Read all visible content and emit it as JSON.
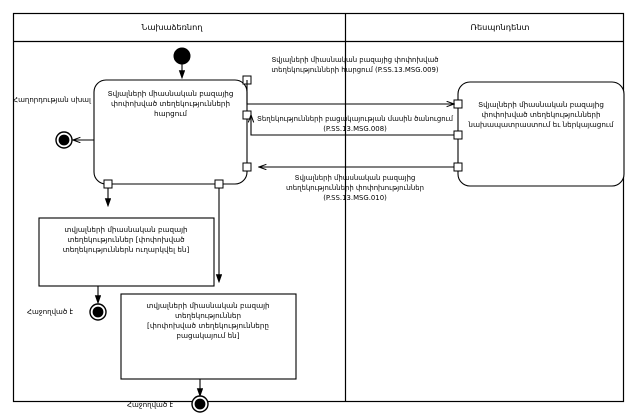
{
  "diagram": {
    "type": "uml-activity-diagram-with-swimlanes",
    "lanes": [
      {
        "id": "initiator",
        "title": "Նախաձեռնող"
      },
      {
        "id": "respondent",
        "title": "Ռեսպոնդենտ"
      }
    ],
    "activities": [
      {
        "id": "request-changed-info",
        "lane": "initiator",
        "lines": [
          "Տվյալների միասնական բազայից",
          "փոփոխված տեղեկությունների",
          "հարցում"
        ]
      },
      {
        "id": "prepare-and-present",
        "lane": "respondent",
        "lines": [
          "Տվյալների միասնական բազայից",
          "փոփոխված տեղեկությունների",
          "նախապատրաստում եւ ներկայացում"
        ]
      }
    ],
    "objects": [
      {
        "id": "object-info-sent",
        "lane": "initiator",
        "lines": [
          "տվյալների միասնական բազայի",
          "տեղեկություններ  [փոփոխված",
          "տեղեկություններն ուղարկվել են]"
        ]
      },
      {
        "id": "object-info-absent",
        "lane": "initiator",
        "lines": [
          "տվյալների միասնական բազայի",
          "տեղեկություններ",
          "[փոփոխված տեղեկությունները",
          "բացակայում են]"
        ]
      }
    ],
    "messages": [
      {
        "id": "msg-009",
        "direction": "initiator-to-respondent",
        "lines": [
          "Տվյալների միասնական բազայից փոփոխված",
          "տեղեկությունների հարցում (P.SS.13.MSG.009)"
        ]
      },
      {
        "id": "msg-008",
        "direction": "respondent-to-initiator",
        "lines": [
          "Տեղեկությունների բացակայության մասին ծանուցում",
          "(P.SS.13.MSG.008)"
        ]
      },
      {
        "id": "msg-010",
        "direction": "respondent-to-initiator",
        "lines": [
          "Տվյալների միասնական բազայից",
          "տեղեկությունների փոփոխություններ",
          "(P.SS.13.MSG.010)"
        ]
      }
    ],
    "labels": {
      "error_flow": "Հաղորդության սխալ",
      "success_upper": "Հաջողված է",
      "success_lower": "Հաջողված է"
    },
    "nodes": {
      "initial_node": "initial-node",
      "final_error": "activity-final-error",
      "final_success_upper": "activity-final-success-upper",
      "final_success_lower": "activity-final-success-lower"
    },
    "colors": {
      "stroke": "#000000",
      "fill": "#ffffff"
    }
  }
}
